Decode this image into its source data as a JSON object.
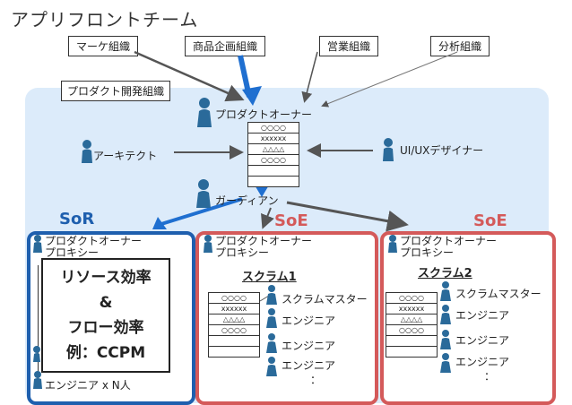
{
  "title": "アプリフロントチーム",
  "orgs": {
    "marketing": "マーケ組織",
    "product_planning": "商品企画組織",
    "sales": "営業組織",
    "analytics": "分析組織",
    "product_dev": "プロダクト開発組織"
  },
  "roles": {
    "product_owner": "プロダクトオーナー",
    "architect": "アーキテクト",
    "ux_designer": "UI/UXデザイナー",
    "guardian": "ガーディアン"
  },
  "backlog_rows": [
    "○○○○",
    "xxxxxx",
    "△△△△",
    "○○○○",
    "",
    ""
  ],
  "sor": {
    "title": "SoR",
    "proxy_line1": "プロダクトオーナー",
    "proxy_line2": "プロキシー",
    "callout": [
      "リソース効率",
      "&",
      "フロー効率",
      "例：CCPM"
    ],
    "engineers": "エンジニア x N人"
  },
  "soe1": {
    "title": "SoE",
    "proxy_line1": "プロダクトオーナー",
    "proxy_line2": "プロキシー",
    "scrum": "スクラム1",
    "scrum_master": "スクラムマスター",
    "engineer": "エンジニア",
    "ellipsis": "："
  },
  "soe2": {
    "title": "SoE",
    "proxy_line1": "プロダクトオーナー",
    "proxy_line2": "プロキシー",
    "scrum": "スクラム2",
    "scrum_master": "スクラムマスター",
    "engineer": "エンジニア",
    "ellipsis": "："
  },
  "colors": {
    "background_area": "#dcebfa",
    "sor_border": "#1e5fae",
    "soe_border": "#d45a5a",
    "person": "#2a6a9a",
    "highlight_arrow": "#1f6fd0"
  }
}
